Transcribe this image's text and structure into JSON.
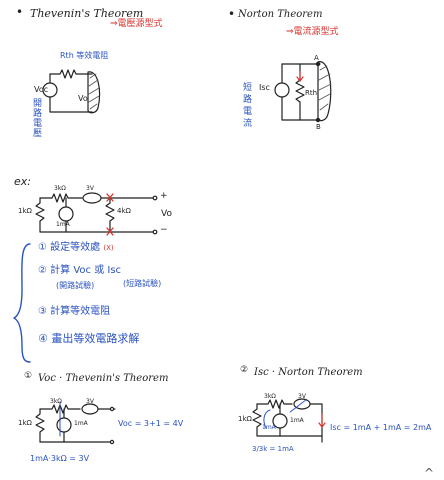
{
  "thevenin": {
    "bullet": "•",
    "title": "Thevenin's  Theorem",
    "subtitle": "⇒電壓源型式",
    "req_label": "Rth 等效電阻",
    "vs_label": "Voc",
    "vo_label": "Vo",
    "open_circuit_label": [
      "開",
      "路",
      "電",
      "壓"
    ]
  },
  "norton": {
    "bullet": "•",
    "title": "Norton  Theorem",
    "subtitle": "⇒電流源型式",
    "node_a": "A",
    "node_b": "B",
    "isc_label": "Isc",
    "rth_label": "Rth",
    "short_circuit_label": [
      "短",
      "路",
      "電",
      "流"
    ]
  },
  "example": {
    "label": "ex:",
    "r1": "3kΩ",
    "v_src": "3V",
    "r_left": "1kΩ",
    "i_src": "1mA",
    "r_right": "4kΩ",
    "plus": "+",
    "minus": "−",
    "vo": "Vo"
  },
  "steps": [
    {
      "num": "①",
      "text": "設定等效處",
      "mark": "(X)"
    },
    {
      "num": "②",
      "text": "計算 Voc 或 Isc"
    },
    {
      "num": "③",
      "text": "計算等效電阻"
    },
    {
      "num": "④",
      "text": "畫出等效電路求解"
    }
  ],
  "step2_notes": {
    "open": "(開路試驗)",
    "short": "(短路試驗)"
  },
  "part1": {
    "num": "①",
    "title": "Voc · Thevenin's  Theorem",
    "r1": "3kΩ",
    "v_src": "3V",
    "i_src": "1mA",
    "r_left": "1kΩ",
    "equation": "Voc = 3+1 = 4V",
    "note": "1mA·3kΩ = 3V"
  },
  "part2": {
    "num": "②",
    "title": "Isc · Norton  Theorem",
    "r1": "3kΩ",
    "v_src": "3V",
    "i_src": "1mA",
    "r_left": "1kΩ",
    "current_label": "1mA",
    "equation": "Isc = 1mA + 1mA = 2mA",
    "note": "3/3k = 1mA"
  },
  "colors": {
    "ink": "#222222",
    "red": "#d8322f",
    "blue": "#2a52c2",
    "gray": "#777777"
  },
  "ui": {
    "scroll_up": "^"
  }
}
